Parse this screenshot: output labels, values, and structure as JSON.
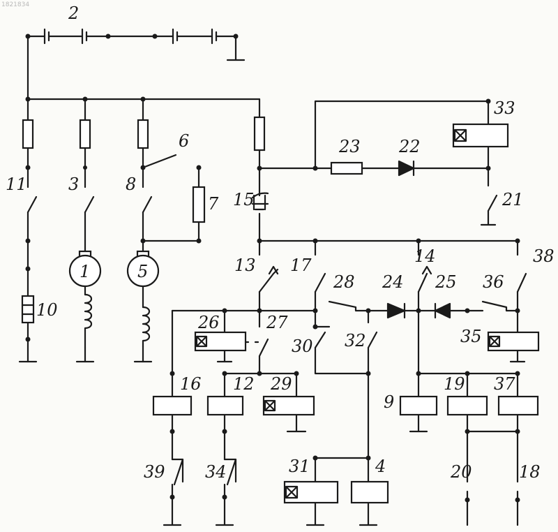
{
  "corner_mark": "1821834",
  "labels": {
    "n1": "1",
    "n2": "2",
    "n3": "3",
    "n4": "4",
    "n5": "5",
    "n6": "6",
    "n7": "7",
    "n8": "8",
    "n9": "9",
    "n10": "10",
    "n11": "11",
    "n12": "12",
    "n13": "13",
    "n14": "14",
    "n15": "15",
    "n16": "16",
    "n17": "17",
    "n18": "18",
    "n19": "19",
    "n20": "20",
    "n21": "21",
    "n22": "22",
    "n23": "23",
    "n24": "24",
    "n25": "25",
    "n26": "26",
    "n27": "27",
    "n28": "28",
    "n29": "29",
    "n30": "30",
    "n31": "31",
    "n32": "32",
    "n33": "33",
    "n34": "34",
    "n35": "35",
    "n36": "36",
    "n37": "37",
    "n38": "38",
    "n39": "39"
  }
}
